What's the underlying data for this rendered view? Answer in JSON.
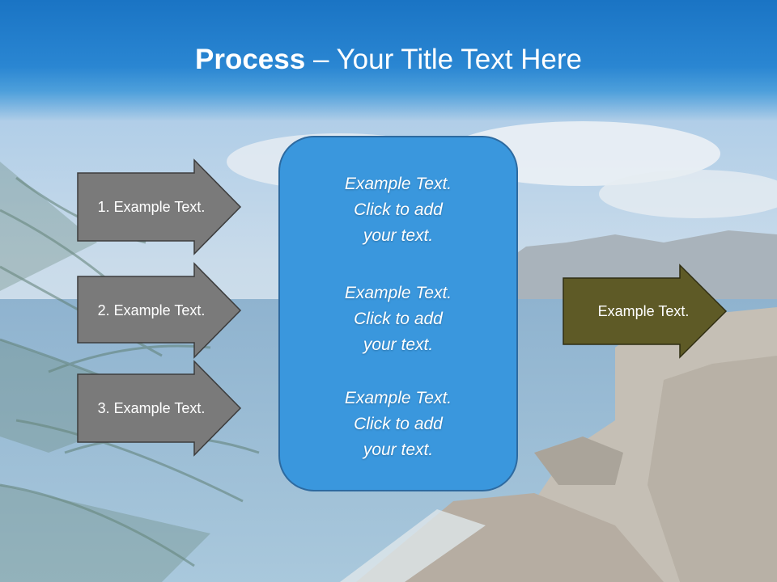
{
  "slide": {
    "title_bold": "Process",
    "title_rest": " – Your Title Text Here"
  },
  "left_arrows": [
    {
      "label": "1. Example Text."
    },
    {
      "label": "2. Example Text."
    },
    {
      "label": "3. Example Text."
    }
  ],
  "center_box": {
    "blocks": [
      {
        "line1": "Example Text.",
        "line2": "Click  to add",
        "line3": "your text."
      },
      {
        "line1": "Example Text.",
        "line2": "Click  to add",
        "line3": "your text."
      },
      {
        "line1": "Example Text.",
        "line2": "Click  to add",
        "line3": "your text."
      }
    ]
  },
  "right_arrow": {
    "label": "Example Text."
  },
  "colors": {
    "title_band": "#1a74c4",
    "left_arrow_fill": "#7a7a7a",
    "center_box_fill": "#3a97dd",
    "right_arrow_fill": "#5e5a26"
  }
}
